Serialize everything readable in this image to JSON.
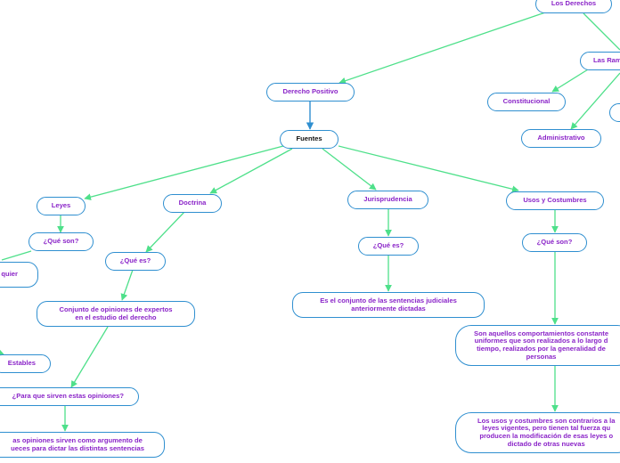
{
  "colors": {
    "edge_green": "#4ee08a",
    "edge_blue": "#2f8fd0",
    "border": "#2f8fd0",
    "text": "#8a24c8"
  },
  "nodes": {
    "los_derechos": "Los Derechos",
    "las_ramas": "Las Ram",
    "derecho_positivo": "Derecho Positivo",
    "constitucional": "Constitucional",
    "administrativo": "Administrativo",
    "fuentes": "Fuentes",
    "leyes": "Leyes",
    "doctrina": "Doctrina",
    "jurisprudencia": "Jurisprudencia",
    "usos_costumbres": "Usos y Costumbres",
    "que_son_leyes": "¿Qué son?",
    "que_es_doctrina": "¿Qué es?",
    "que_es_jurisprudencia": "¿Qué es?",
    "que_son_usos": "¿Qué son?",
    "quier": "quier",
    "def_doctrina": "Conjunto de opiniones de expertos\nen el estudio del derecho",
    "def_jurisprudencia": "Es el conjunto de las sentencias judiciales\nanteriormente dictadas",
    "def_usos": "Son aquellos comportamientos constante\nuniformes que son realizados a lo largo d\ntiempo, realizados por la generalidad de\npersonas",
    "estables": "Estables",
    "para_que_sirven": "¿Para que sirven estas opiniones?",
    "respuesta_opiniones": "as opiniones sirven como argumento de\nueces para dictar las distintas sentencias",
    "contrarios": "Los usos y costumbres son contrarios a la\nleyes vigentes, pero tienen tal fuerza qu\nproducen la modificación de esas leyes o\ndictado de otras nuevas"
  }
}
